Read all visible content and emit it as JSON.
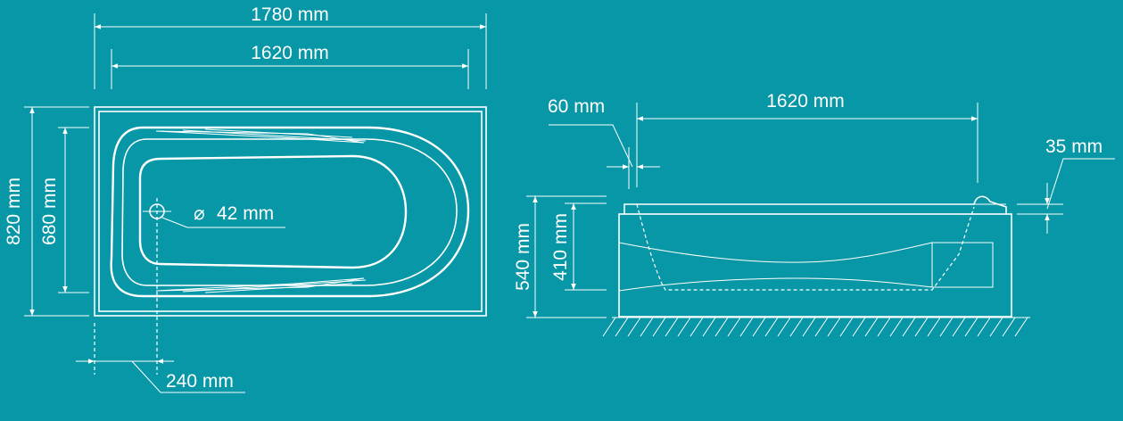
{
  "colors": {
    "background": "#0797a6",
    "line": "#ffffff"
  },
  "top_view": {
    "overall_length": "1780 mm",
    "inner_length": "1620 mm",
    "overall_width": "820 mm",
    "inner_width": "680 mm",
    "drain_diameter": "42 mm",
    "drain_offset": "240 mm",
    "diameter_symbol": "⌀"
  },
  "side_view": {
    "edge_width": "60 mm",
    "inner_length": "1620 mm",
    "rim_thickness": "35 mm",
    "overall_height": "540 mm",
    "inner_depth": "410 mm"
  }
}
